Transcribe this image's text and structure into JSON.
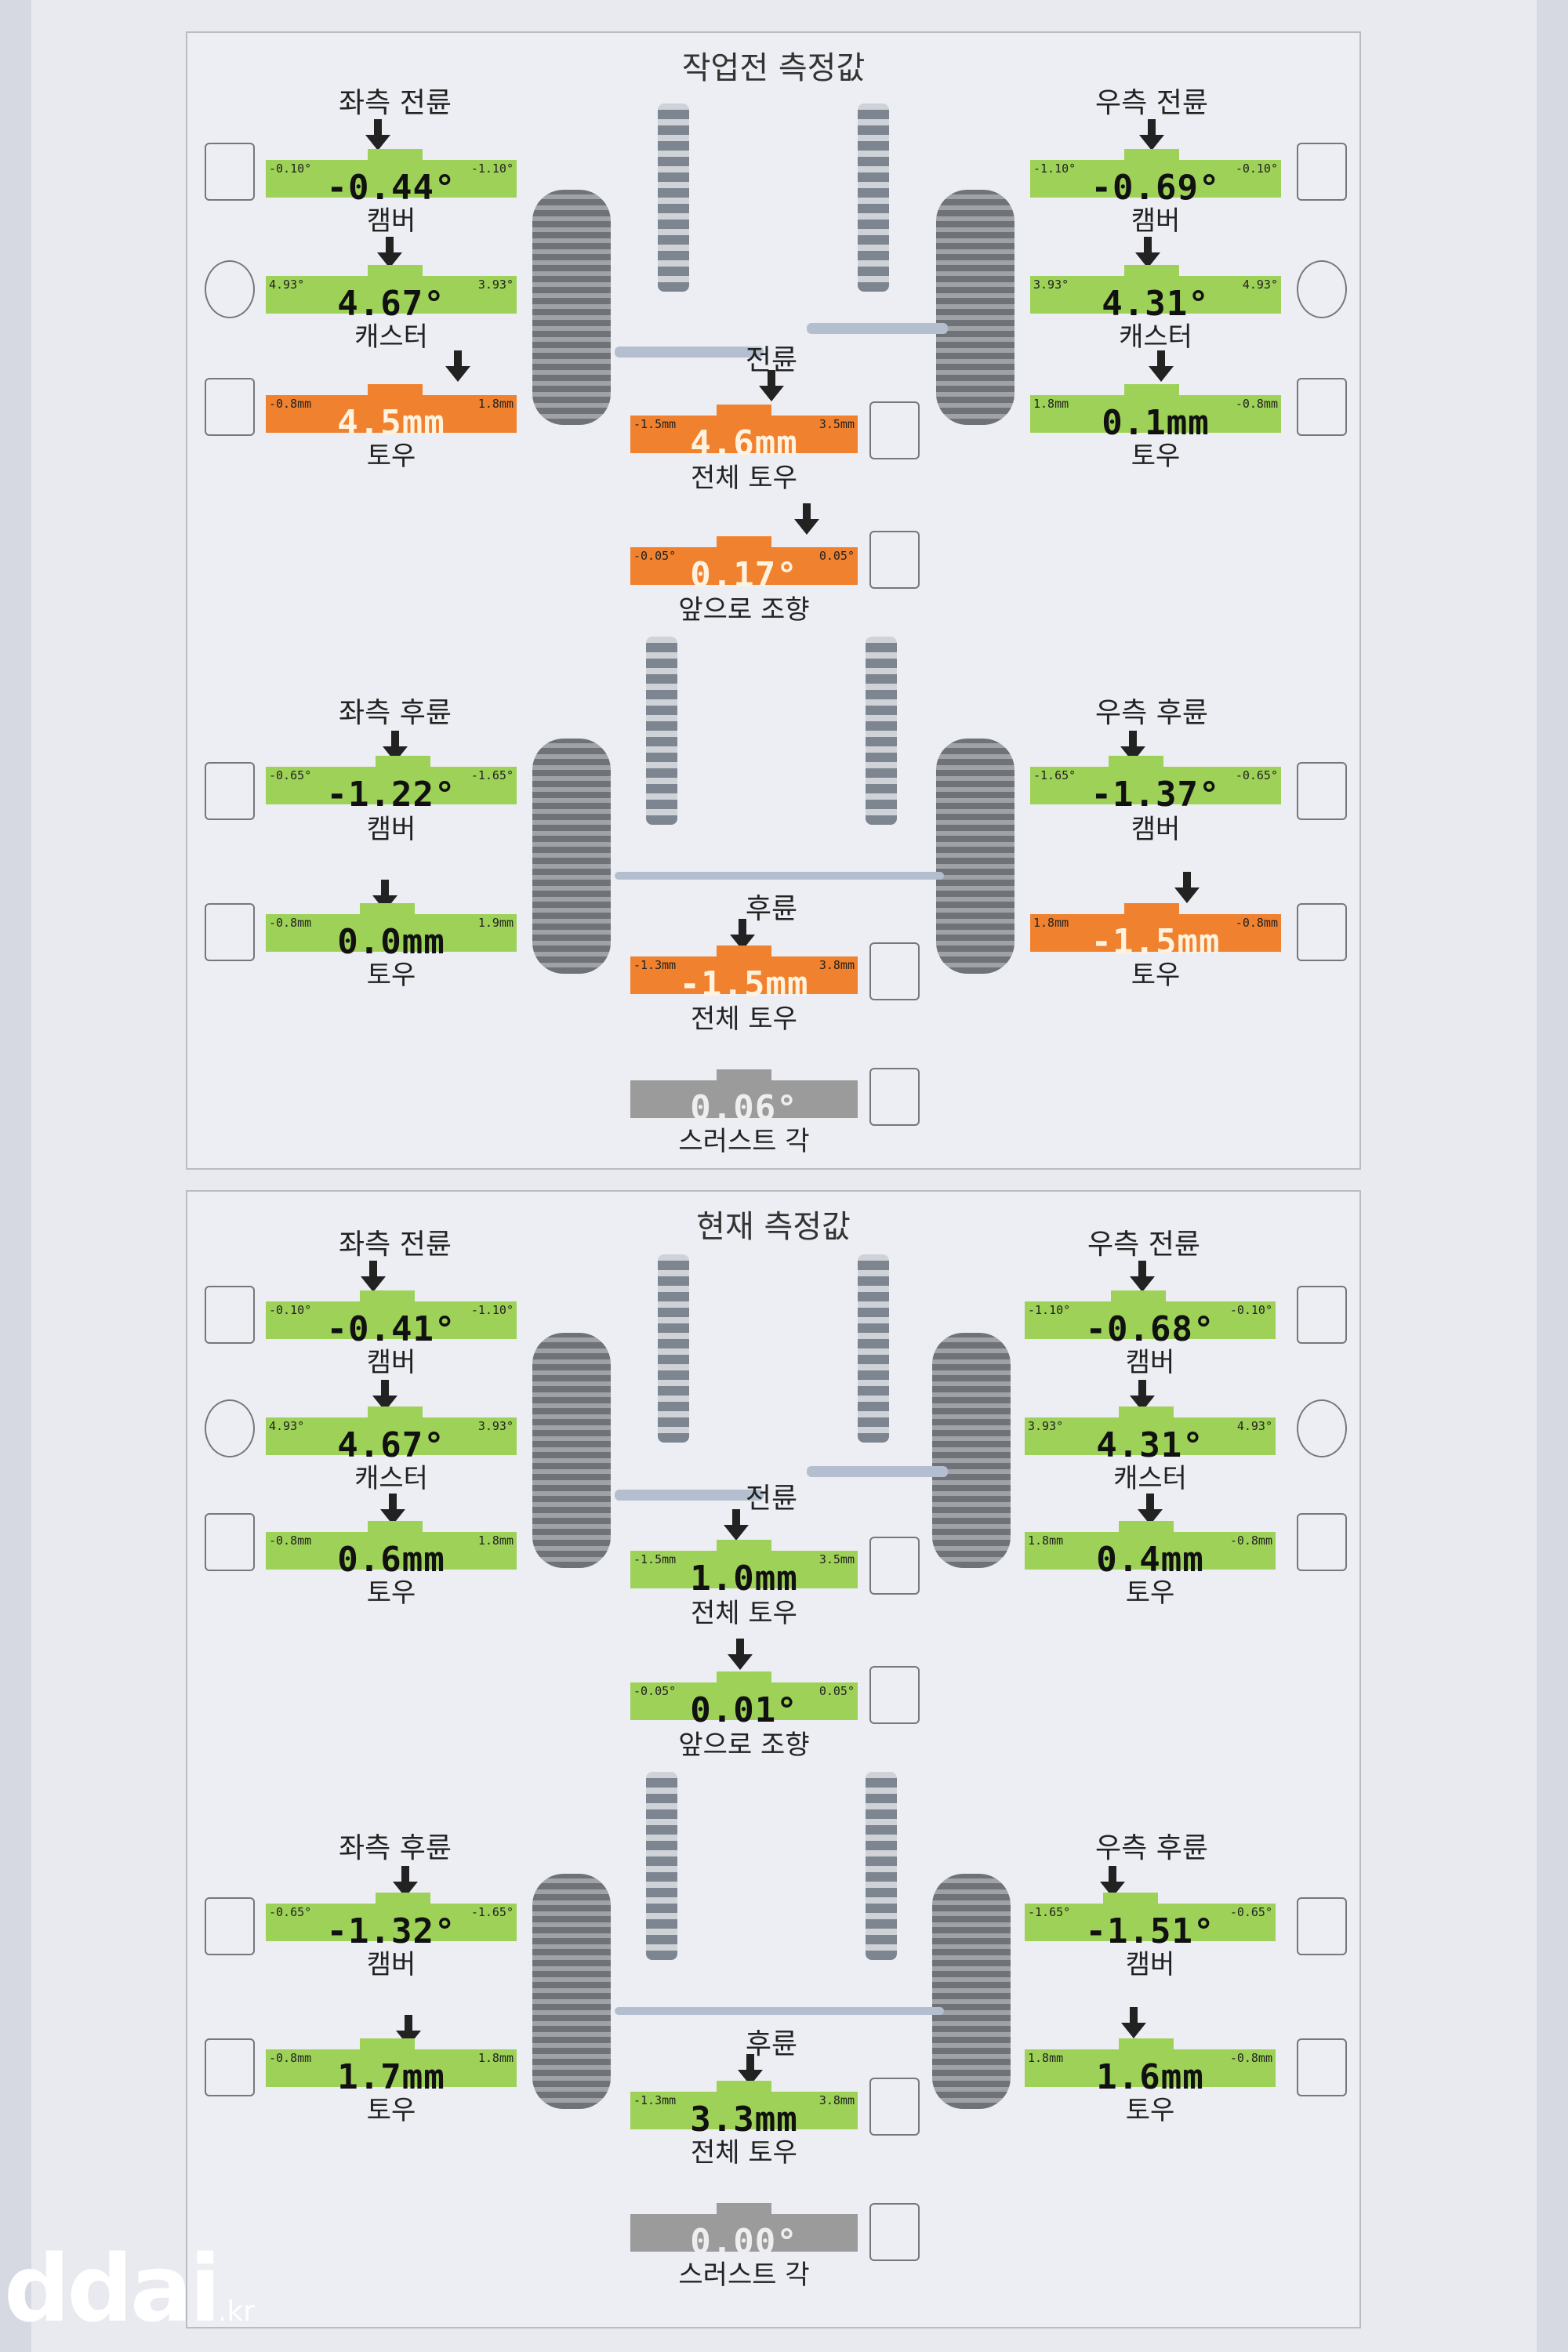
{
  "watermark": {
    "logo": "ddai",
    "suffix": ".kr"
  },
  "before": {
    "title": "작업전 측정값",
    "front_left_label": "좌측 전륜",
    "front_right_label": "우측 전륜",
    "front_center_label": "전륜",
    "rear_left_label": "좌측 후륜",
    "rear_right_label": "우측 후륜",
    "rear_center_label": "후륜",
    "fl_camber": {
      "lo": "-0.10°",
      "hi": "-1.10°",
      "value": "-0.44°",
      "caption": "캠버"
    },
    "fl_caster": {
      "lo": "4.93°",
      "hi": "3.93°",
      "value": "4.67°",
      "caption": "캐스터"
    },
    "fl_toe": {
      "lo": "-0.8mm",
      "hi": "1.8mm",
      "value": "4.5mm",
      "caption": "토우"
    },
    "fr_camber": {
      "lo": "-1.10°",
      "hi": "-0.10°",
      "value": "-0.69°",
      "caption": "캠버"
    },
    "fr_caster": {
      "lo": "3.93°",
      "hi": "4.93°",
      "value": "4.31°",
      "caption": "캐스터"
    },
    "fr_toe": {
      "lo": "1.8mm",
      "hi": "-0.8mm",
      "value": "0.1mm",
      "caption": "토우"
    },
    "front_total_toe": {
      "lo": "-1.5mm",
      "hi": "3.5mm",
      "value": "4.6mm",
      "caption": "전체 토우"
    },
    "setback": {
      "lo": "-0.05°",
      "hi": "0.05°",
      "value": "0.17°",
      "caption": "앞으로 조향"
    },
    "rl_camber": {
      "lo": "-0.65°",
      "hi": "-1.65°",
      "value": "-1.22°",
      "caption": "캠버"
    },
    "rl_toe": {
      "lo": "-0.8mm",
      "hi": "1.9mm",
      "value": "0.0mm",
      "caption": "토우"
    },
    "rr_camber": {
      "lo": "-1.65°",
      "hi": "-0.65°",
      "value": "-1.37°",
      "caption": "캠버"
    },
    "rr_toe": {
      "lo": "1.8mm",
      "hi": "-0.8mm",
      "value": "-1.5mm",
      "caption": "토우"
    },
    "rear_total_toe": {
      "lo": "-1.3mm",
      "hi": "3.8mm",
      "value": "-1.5mm",
      "caption": "전체 토우"
    },
    "thrust": {
      "value": "0.06°",
      "caption": "스러스트 각"
    }
  },
  "after": {
    "title": "현재 측정값",
    "front_left_label": "좌측 전륜",
    "front_right_label": "우측 전륜",
    "front_center_label": "전륜",
    "rear_left_label": "좌측 후륜",
    "rear_right_label": "우측 후륜",
    "rear_center_label": "후륜",
    "fl_camber": {
      "lo": "-0.10°",
      "hi": "-1.10°",
      "value": "-0.41°",
      "caption": "캠버"
    },
    "fl_caster": {
      "lo": "4.93°",
      "hi": "3.93°",
      "value": "4.67°",
      "caption": "캐스터"
    },
    "fl_toe": {
      "lo": "-0.8mm",
      "hi": "1.8mm",
      "value": "0.6mm",
      "caption": "토우"
    },
    "fr_camber": {
      "lo": "-1.10°",
      "hi": "-0.10°",
      "value": "-0.68°",
      "caption": "캠버"
    },
    "fr_caster": {
      "lo": "3.93°",
      "hi": "4.93°",
      "value": "4.31°",
      "caption": "캐스터"
    },
    "fr_toe": {
      "lo": "1.8mm",
      "hi": "-0.8mm",
      "value": "0.4mm",
      "caption": "토우"
    },
    "front_total_toe": {
      "lo": "-1.5mm",
      "hi": "3.5mm",
      "value": "1.0mm",
      "caption": "전체 토우"
    },
    "setback": {
      "lo": "-0.05°",
      "hi": "0.05°",
      "value": "0.01°",
      "caption": "앞으로 조향"
    },
    "rl_camber": {
      "lo": "-0.65°",
      "hi": "-1.65°",
      "value": "-1.32°",
      "caption": "캠버"
    },
    "rl_toe": {
      "lo": "-0.8mm",
      "hi": "1.8mm",
      "value": "1.7mm",
      "caption": "토우"
    },
    "rr_camber": {
      "lo": "-1.65°",
      "hi": "-0.65°",
      "value": "-1.51°",
      "caption": "캠버"
    },
    "rr_toe": {
      "lo": "1.8mm",
      "hi": "-0.8mm",
      "value": "1.6mm",
      "caption": "토우"
    },
    "rear_total_toe": {
      "lo": "-1.3mm",
      "hi": "3.8mm",
      "value": "3.3mm",
      "caption": "전체 토우"
    },
    "thrust": {
      "value": "0.00°",
      "caption": "스러스트 각"
    }
  },
  "colors": {
    "in_range": "#9ed158",
    "out_of_range": "#f0812e",
    "neutral": "#9b9b9b"
  }
}
